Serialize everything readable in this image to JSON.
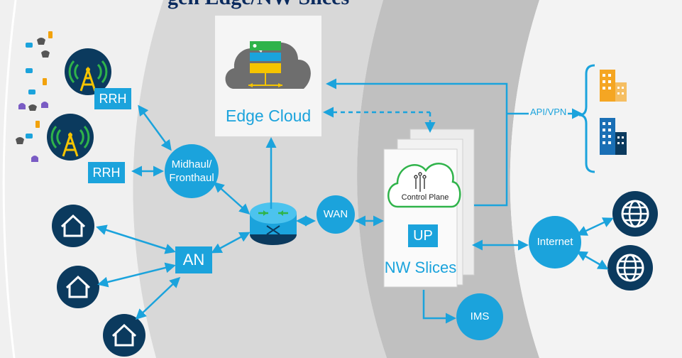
{
  "title_partial": "gen Edge/NW Slices",
  "edge_cloud": {
    "label": "Edge Cloud"
  },
  "rrh": [
    {
      "label": "RRH"
    },
    {
      "label": "RRH"
    }
  ],
  "midhaul": {
    "line1": "Midhaul/",
    "line2": "Fronthaul"
  },
  "an": {
    "label": "AN"
  },
  "wan": {
    "label": "WAN"
  },
  "control_plane": {
    "label": "Control Plane"
  },
  "up": {
    "label": "UP"
  },
  "nw_slices": {
    "label": "NW Slices"
  },
  "ims": {
    "label": "IMS"
  },
  "api_vpn": {
    "label": "API/VPN"
  },
  "internet": {
    "label": "Internet"
  },
  "colors": {
    "accent": "#1ba3dc",
    "navy": "#0b3a5e",
    "green": "#2fb34a",
    "yellow": "#f5c400",
    "band_light": "#efefef",
    "band_mid": "#d6d6d6",
    "band_dark": "#bfbfbf"
  }
}
